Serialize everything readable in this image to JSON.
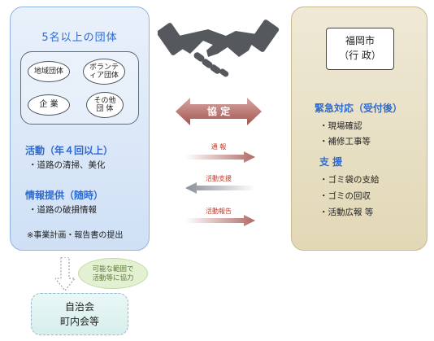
{
  "left": {
    "title": "5名以上の団体",
    "orgs": {
      "community": "地域団体",
      "volunteer_1": "ボランテ",
      "volunteer_2": "ィア団体",
      "company": "企 業",
      "other_1": "その他",
      "other_2": "団 体"
    },
    "activity_heading": "活動（年４回以上）",
    "activity_item": "・道路の清掃、美化",
    "info_heading": "情報提供（随時）",
    "info_item": "・道路の破損情報",
    "submission_note": "※事業計画・報告書の提出"
  },
  "center": {
    "agreement": "協 定",
    "report": "通 報",
    "support": "活動支援",
    "activity_report": "活動報告"
  },
  "right": {
    "city_line1": "福岡市",
    "city_line2": "（行 政）",
    "emergency_heading": "緊急対応（受付後）",
    "emergency_items": [
      "・現場確認",
      "・補修工事等"
    ],
    "support_heading": "支 援",
    "support_items": [
      "・ゴミ袋の支給",
      "・ゴミの回収",
      "・活動広報 等"
    ]
  },
  "bottom": {
    "callout_line1": "可能な範囲で",
    "callout_line2": "活動等に協力",
    "assoc_line1": "自治会",
    "assoc_line2": "町内会等"
  },
  "colors": {
    "left_fill": "#cfe0f5",
    "right_fill": "#e2d8b6",
    "accent_blue": "#2e6bd0",
    "accent_red": "#c0392b",
    "handshake": "#55595e"
  }
}
